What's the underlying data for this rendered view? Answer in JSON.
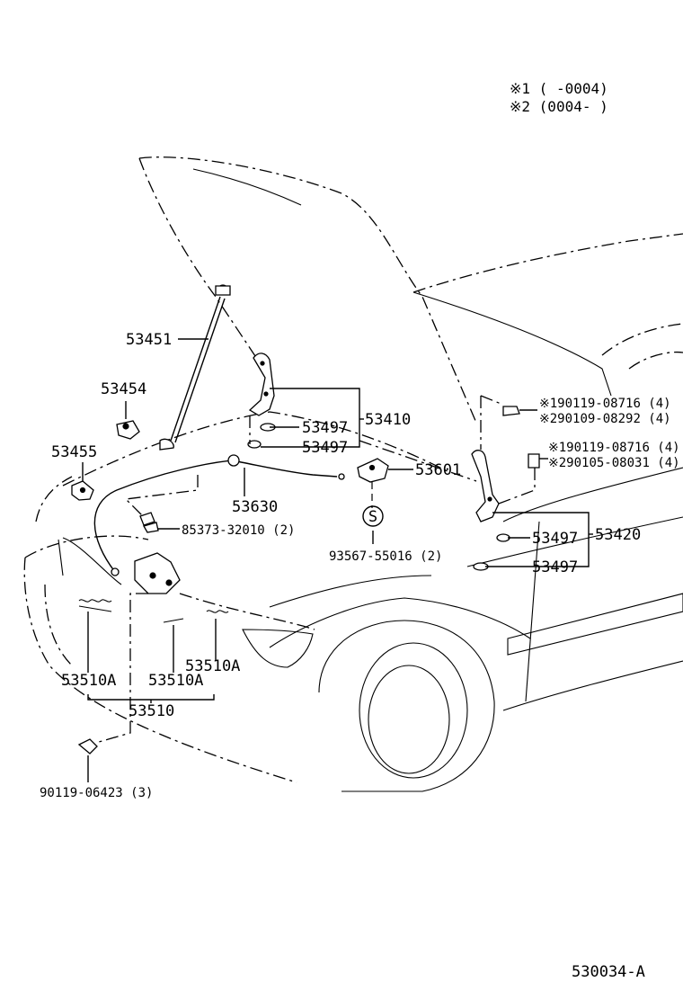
{
  "notes": {
    "note1": "※1 (      -0004)",
    "note2": "※2 (0004-      )"
  },
  "labels": {
    "p53451": "53451",
    "p53454": "53454",
    "p53455": "53455",
    "p53410": "53410",
    "p53497_a": "53497",
    "p53497_b": "53497",
    "p53601": "53601",
    "p53630": "53630",
    "p85373": "85373-32010 (2)",
    "p93567": "93567-55016 (2)",
    "s_symbol": "S",
    "p53420": "53420",
    "p53497_c": "53497",
    "p53497_d": "53497",
    "bolt1_a": "※190119-08716 (4)",
    "bolt1_b": "※290109-08292 (4)",
    "bolt2_a": "※190119-08716 (4)",
    "bolt2_b": "※290105-08031 (4)",
    "p53510A_left": "53510A",
    "p53510A_mid": "53510A",
    "p53510A_right": "53510A",
    "p53510": "53510",
    "p90119": "90119-06423 (3)"
  },
  "figure_id": "530034-A"
}
